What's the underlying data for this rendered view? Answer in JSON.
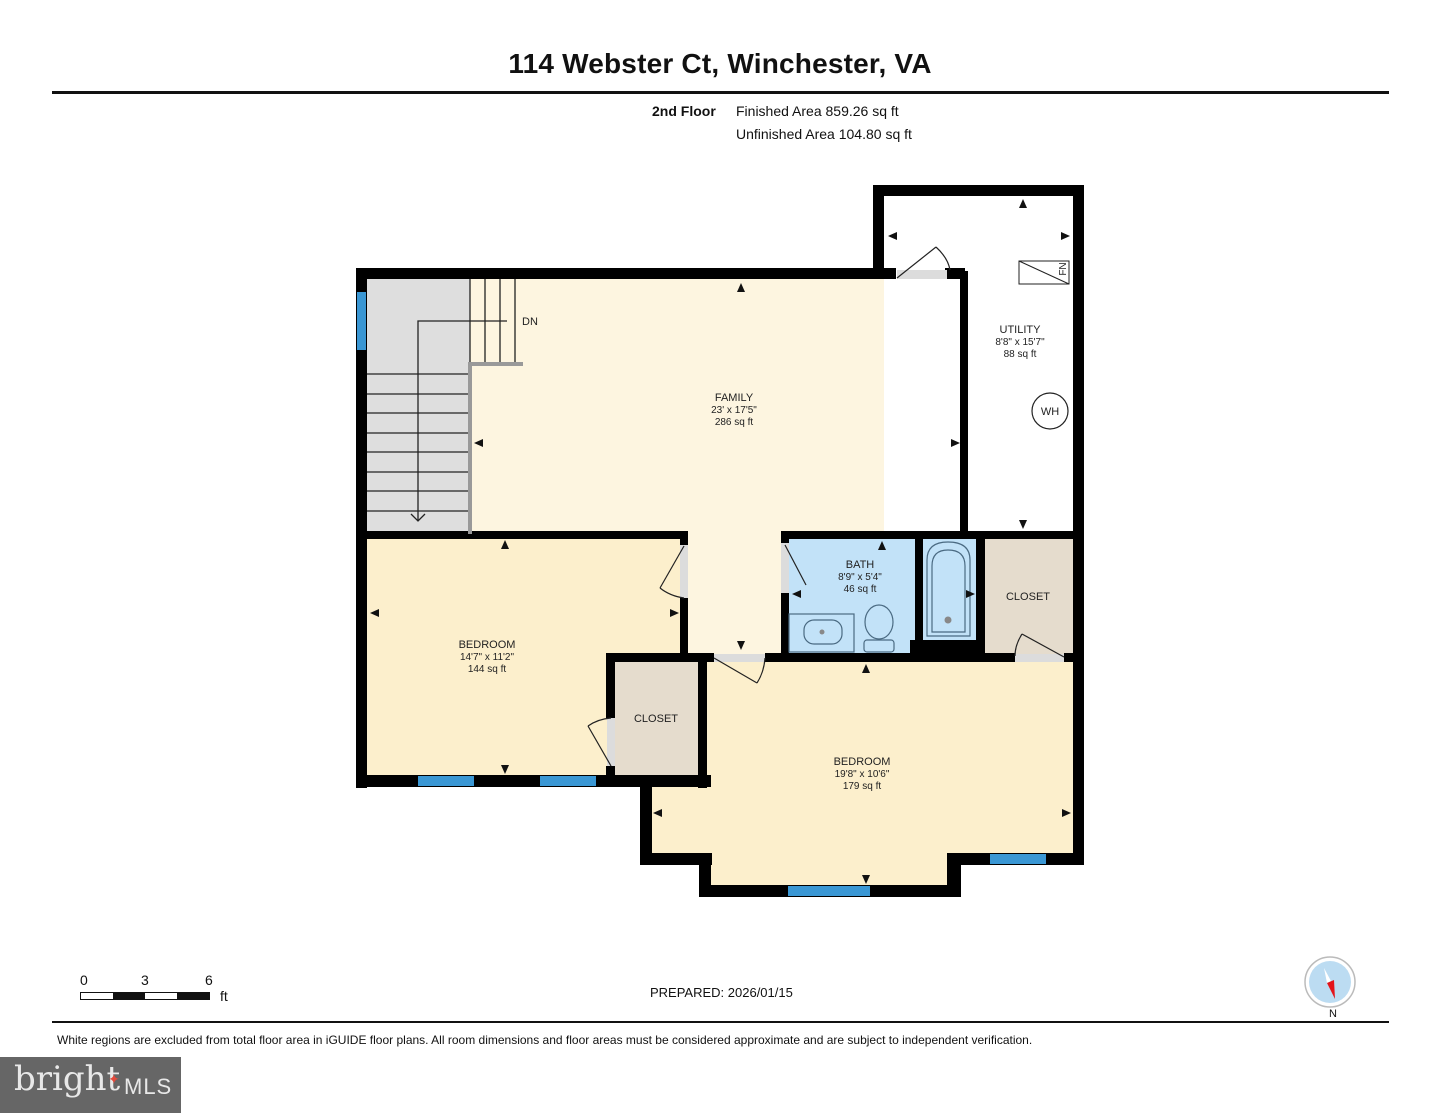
{
  "header": {
    "title": "114 Webster Ct, Winchester, VA",
    "floor": "2nd Floor",
    "finished_area": "Finished Area 859.26 sq ft",
    "unfinished_area": "Unfinished Area 104.80 sq ft"
  },
  "colors": {
    "wall": "#000000",
    "living": "#fdf5e0",
    "bedroom": "#fcefcc",
    "bath": "#c2e2f8",
    "closet": "#e5dccd",
    "stairs": "#dedede",
    "utility": "#ffffff",
    "window": "#3a97d4"
  },
  "rooms": {
    "family": {
      "name": "FAMILY",
      "dims": "23' x 17'5\"",
      "area": "286 sq ft"
    },
    "utility": {
      "name": "UTILITY",
      "dims": "8'8\" x 15'7\"",
      "area": "88 sq ft"
    },
    "bath": {
      "name": "BATH",
      "dims": "8'9\" x 5'4\"",
      "area": "46 sq ft"
    },
    "bedroom1": {
      "name": "BEDROOM",
      "dims": "14'7\" x 11'2\"",
      "area": "144 sq ft"
    },
    "bedroom2": {
      "name": "BEDROOM",
      "dims": "19'8\" x 10'6\"",
      "area": "179 sq ft"
    },
    "closet1": {
      "name": "CLOSET"
    },
    "closet2": {
      "name": "CLOSET"
    }
  },
  "fixtures": {
    "stairs_label": "DN",
    "water_heater": "WH",
    "furnace": "FN"
  },
  "scale": {
    "ticks": [
      "0",
      "3",
      "6"
    ],
    "unit": "ft"
  },
  "prepared": "PREPARED: 2026/01/15",
  "compass_label": "N",
  "disclaimer": "White regions are excluded from total floor area in iGUIDE floor plans. All room dimensions and floor areas must be considered approximate and are subject to independent verification.",
  "logo": {
    "brand": "bright",
    "suffix": "MLS"
  }
}
